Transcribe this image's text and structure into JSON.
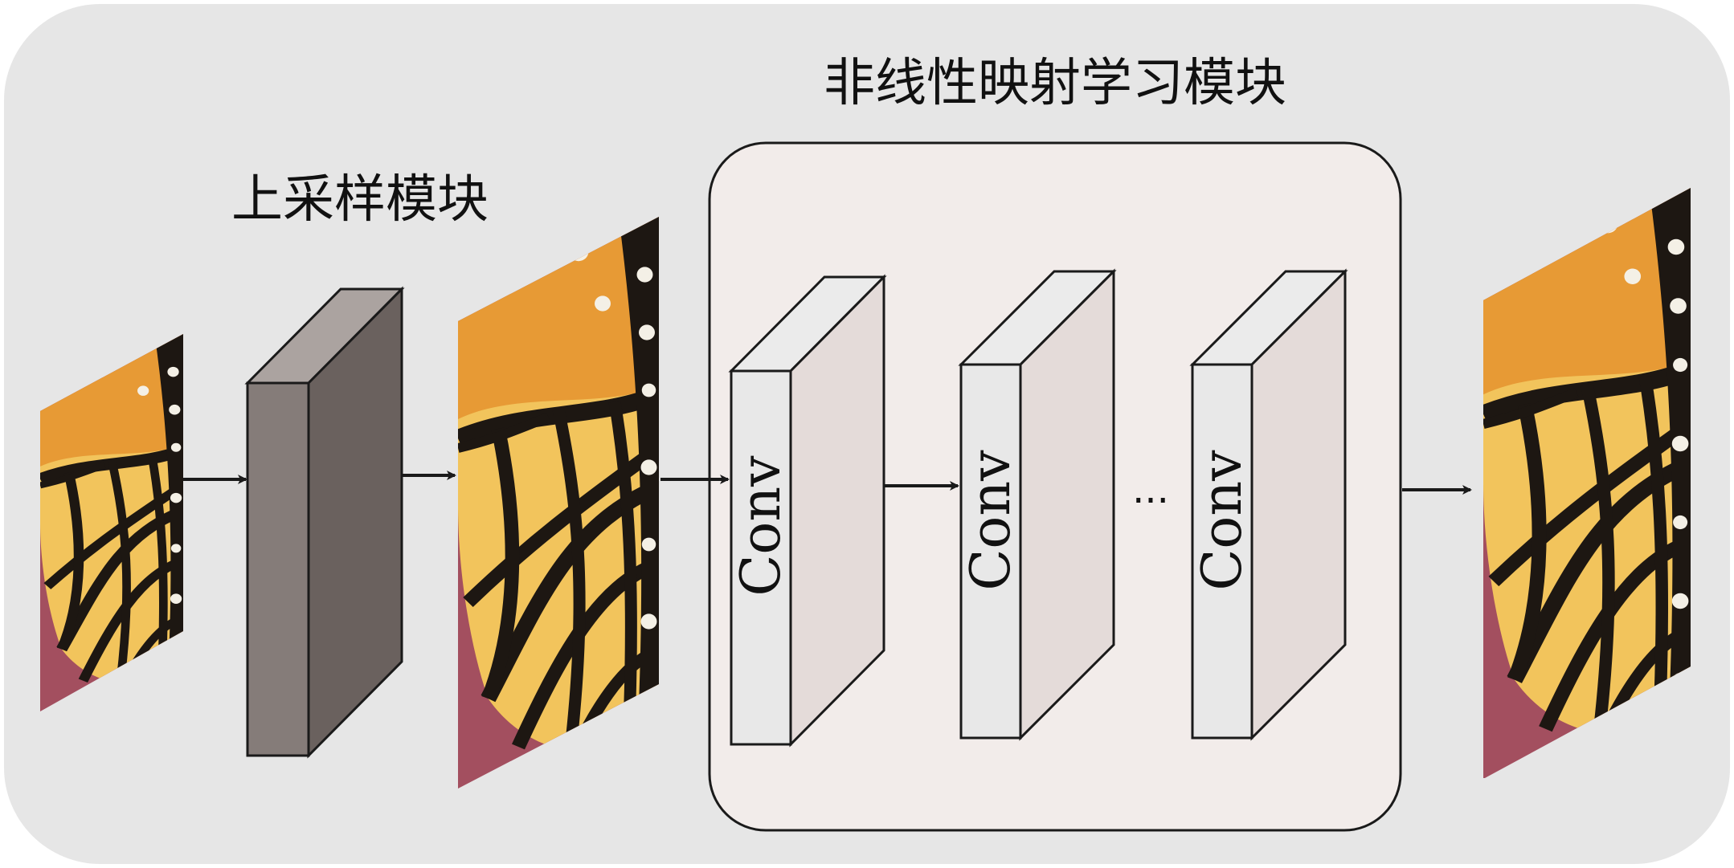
{
  "labels": {
    "upsampling_module": "上采样模块",
    "nonlinear_mapping_module": "非线性映射学习模块",
    "ellipsis": "···"
  },
  "conv_layers": [
    {
      "label": "Conv"
    },
    {
      "label": "Conv"
    },
    {
      "label": "Conv"
    }
  ],
  "colors": {
    "background_panel": "#e6e6e6",
    "mapping_panel": "#f2ecea",
    "upsample_front": "#857c79",
    "upsample_side": "#6a615e",
    "upsample_top": "#aba3a0",
    "conv_front": "#e8e8e8",
    "conv_side": "#e4dbd9",
    "conv_top": "#ebebeb",
    "stroke": "#1a1a1a",
    "wing_orange": "#e79a35",
    "wing_yellow": "#f2c45c",
    "wing_vein": "#1d1712",
    "flower_pink": "#b04a6a"
  },
  "icons": {
    "input_image": "butterfly-wing-image-icon",
    "upsampled_image": "butterfly-wing-image-icon",
    "output_image": "butterfly-wing-image-icon"
  }
}
